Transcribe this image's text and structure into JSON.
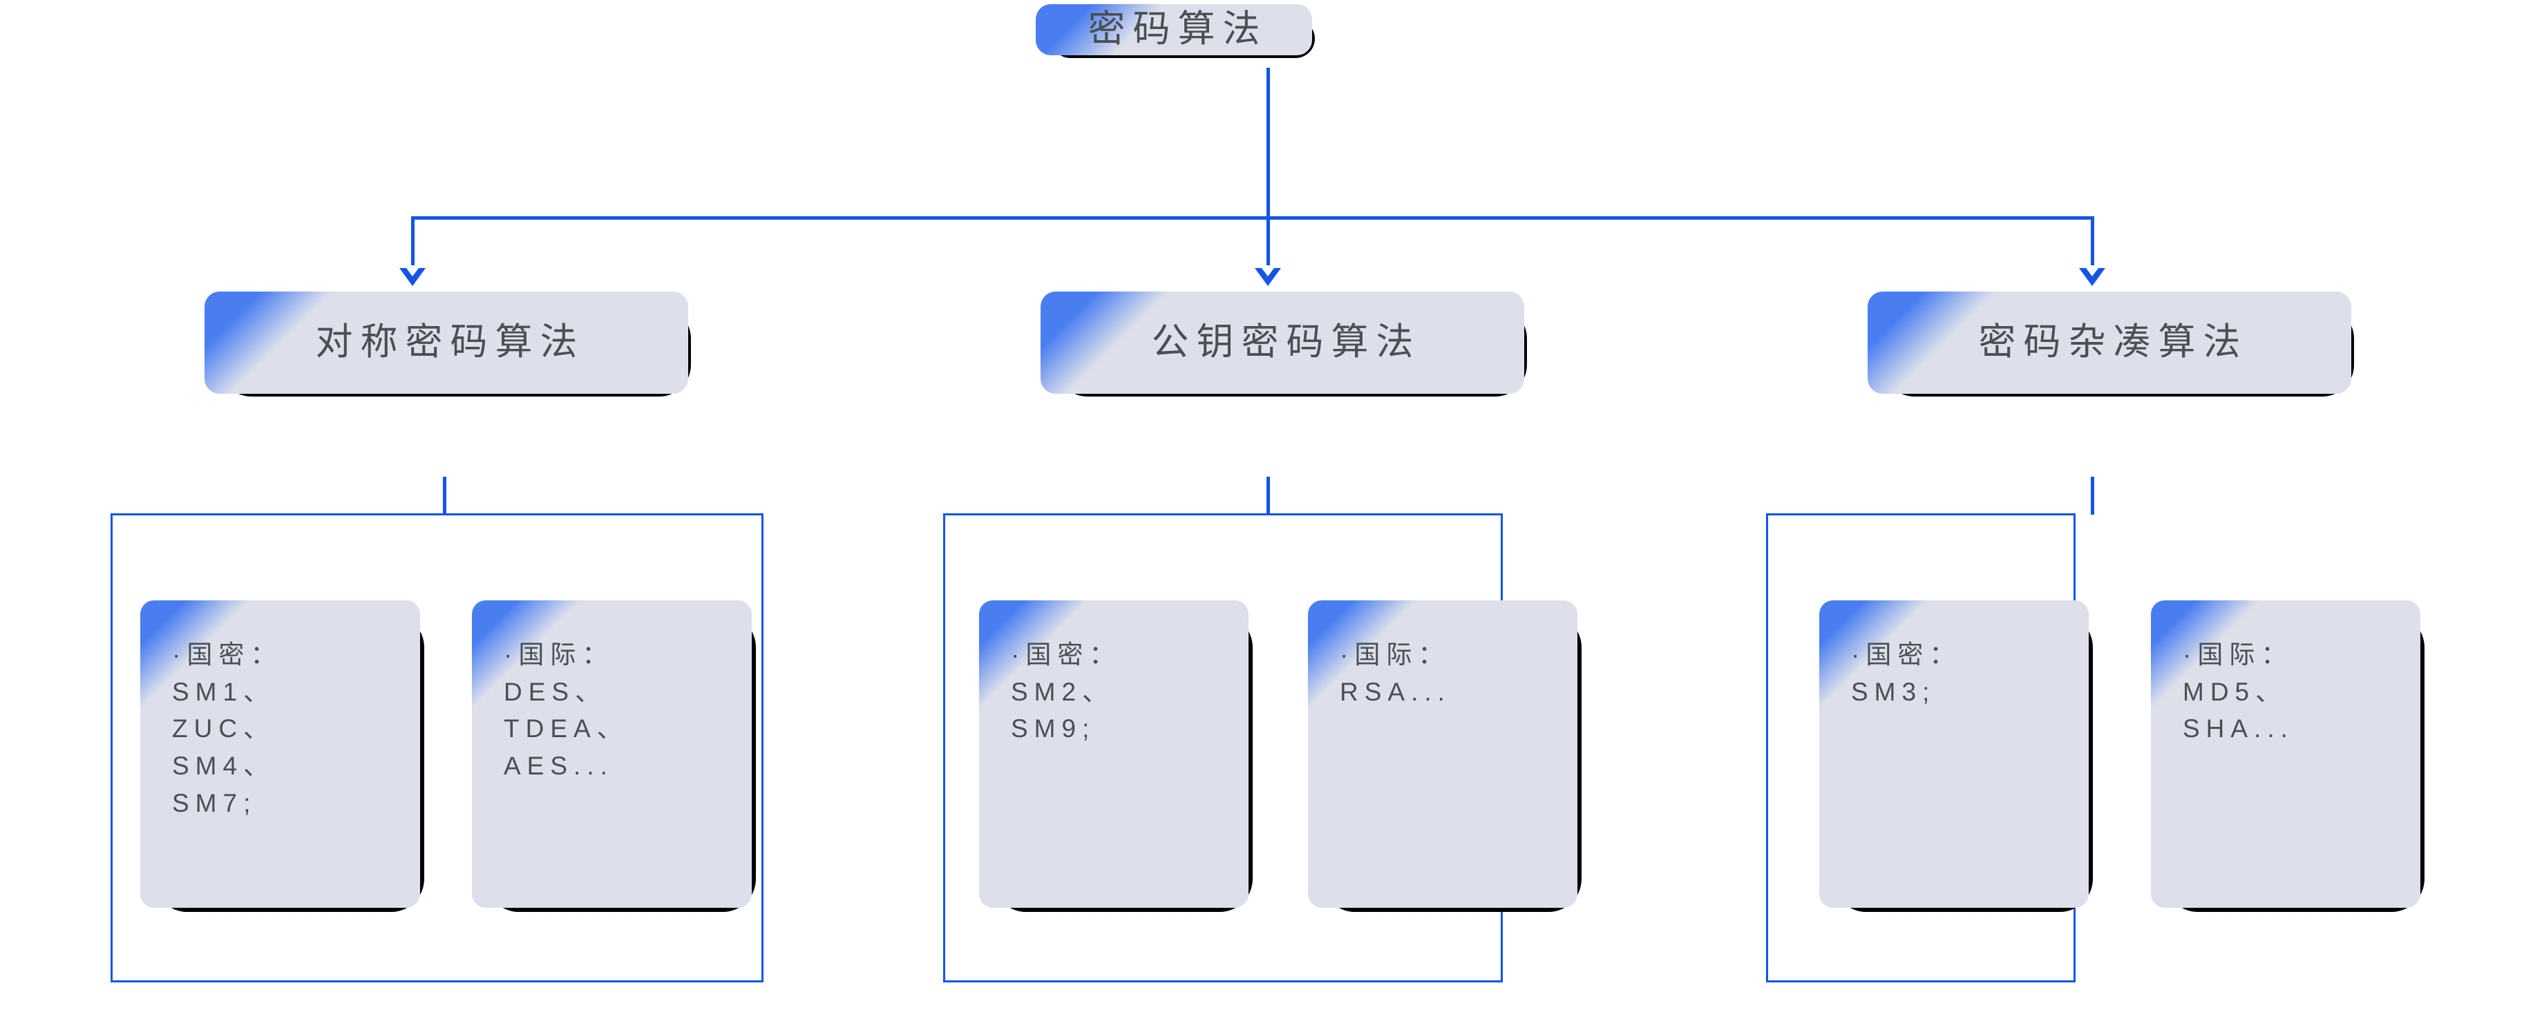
{
  "diagram": {
    "title_node": {
      "label": "密码算法"
    },
    "branches": [
      {
        "label": "对称密码算法",
        "cards": [
          {
            "text": "·国密：\nSM1、\nZUC、\nSM4、\nSM7;"
          },
          {
            "text": "·国际：\nDES、\nTDEA、\nAES..."
          }
        ]
      },
      {
        "label": "公钥密码算法",
        "cards": [
          {
            "text": "·国密：\nSM2、\nSM9;"
          },
          {
            "text": "·国际：\nRSA..."
          }
        ]
      },
      {
        "label": "密码杂凑算法",
        "cards": [
          {
            "text": "·国密：\nSM3;"
          },
          {
            "text": "·国际：\nMD5、\nSHA..."
          }
        ]
      }
    ],
    "colors": {
      "connector": "#1355e8",
      "node_accent": "#4a7ef0",
      "node_fill": "#dde0ea",
      "node_shadow": "#000000",
      "text": "#4a4f54",
      "background": "#ffffff"
    }
  }
}
